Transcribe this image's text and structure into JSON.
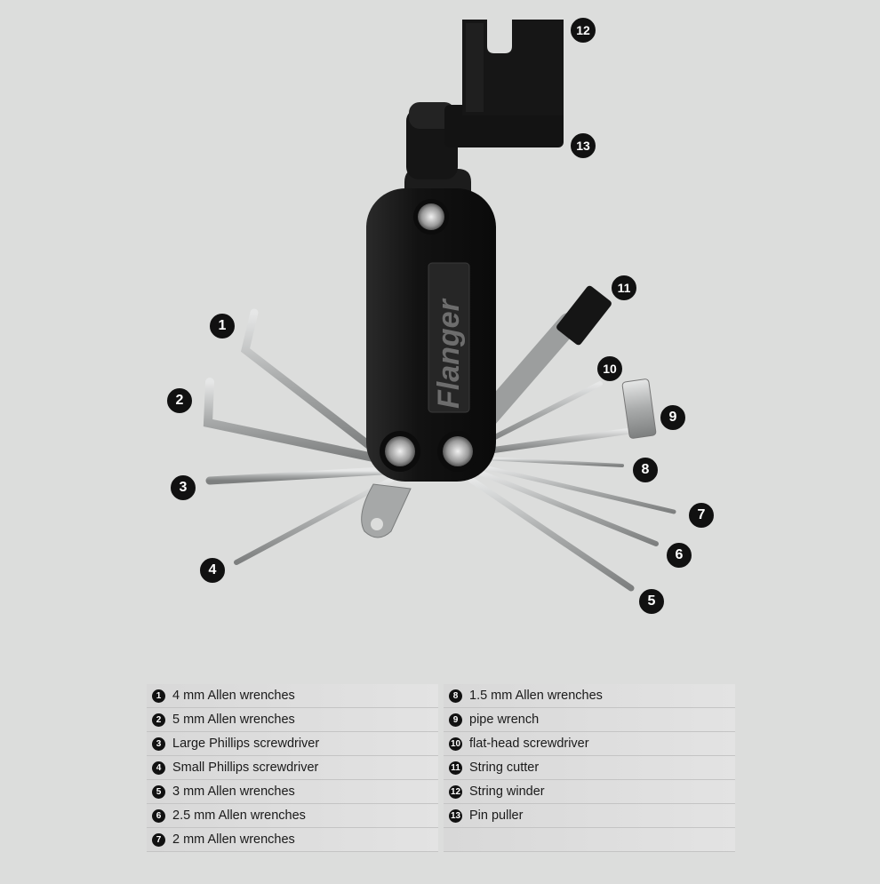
{
  "brand": "Flanger",
  "callouts": [
    "1",
    "2",
    "3",
    "4",
    "5",
    "6",
    "7",
    "8",
    "9",
    "10",
    "11",
    "12",
    "13"
  ],
  "legend": {
    "left": [
      {
        "num": "1",
        "label": "4 mm Allen wrenches"
      },
      {
        "num": "2",
        "label": "5 mm Allen wrenches"
      },
      {
        "num": "3",
        "label": "Large Phillips screwdriver"
      },
      {
        "num": "4",
        "label": "Small Phillips screwdriver"
      },
      {
        "num": "5",
        "label": "3 mm Allen wrenches"
      },
      {
        "num": "6",
        "label": "2.5 mm Allen wrenches"
      },
      {
        "num": "7",
        "label": "2 mm Allen wrenches"
      }
    ],
    "right": [
      {
        "num": "8",
        "label": "1.5 mm Allen wrenches"
      },
      {
        "num": "9",
        "label": "pipe wrench"
      },
      {
        "num": "10",
        "label": "flat-head screwdriver"
      },
      {
        "num": "11",
        "label": "String cutter"
      },
      {
        "num": "12",
        "label": "String winder"
      },
      {
        "num": "13",
        "label": "Pin puller"
      }
    ]
  },
  "colors": {
    "background": "#dcdddc",
    "tool_body": "#141414",
    "steel": "#b5b7b7",
    "callout": "#111111"
  }
}
